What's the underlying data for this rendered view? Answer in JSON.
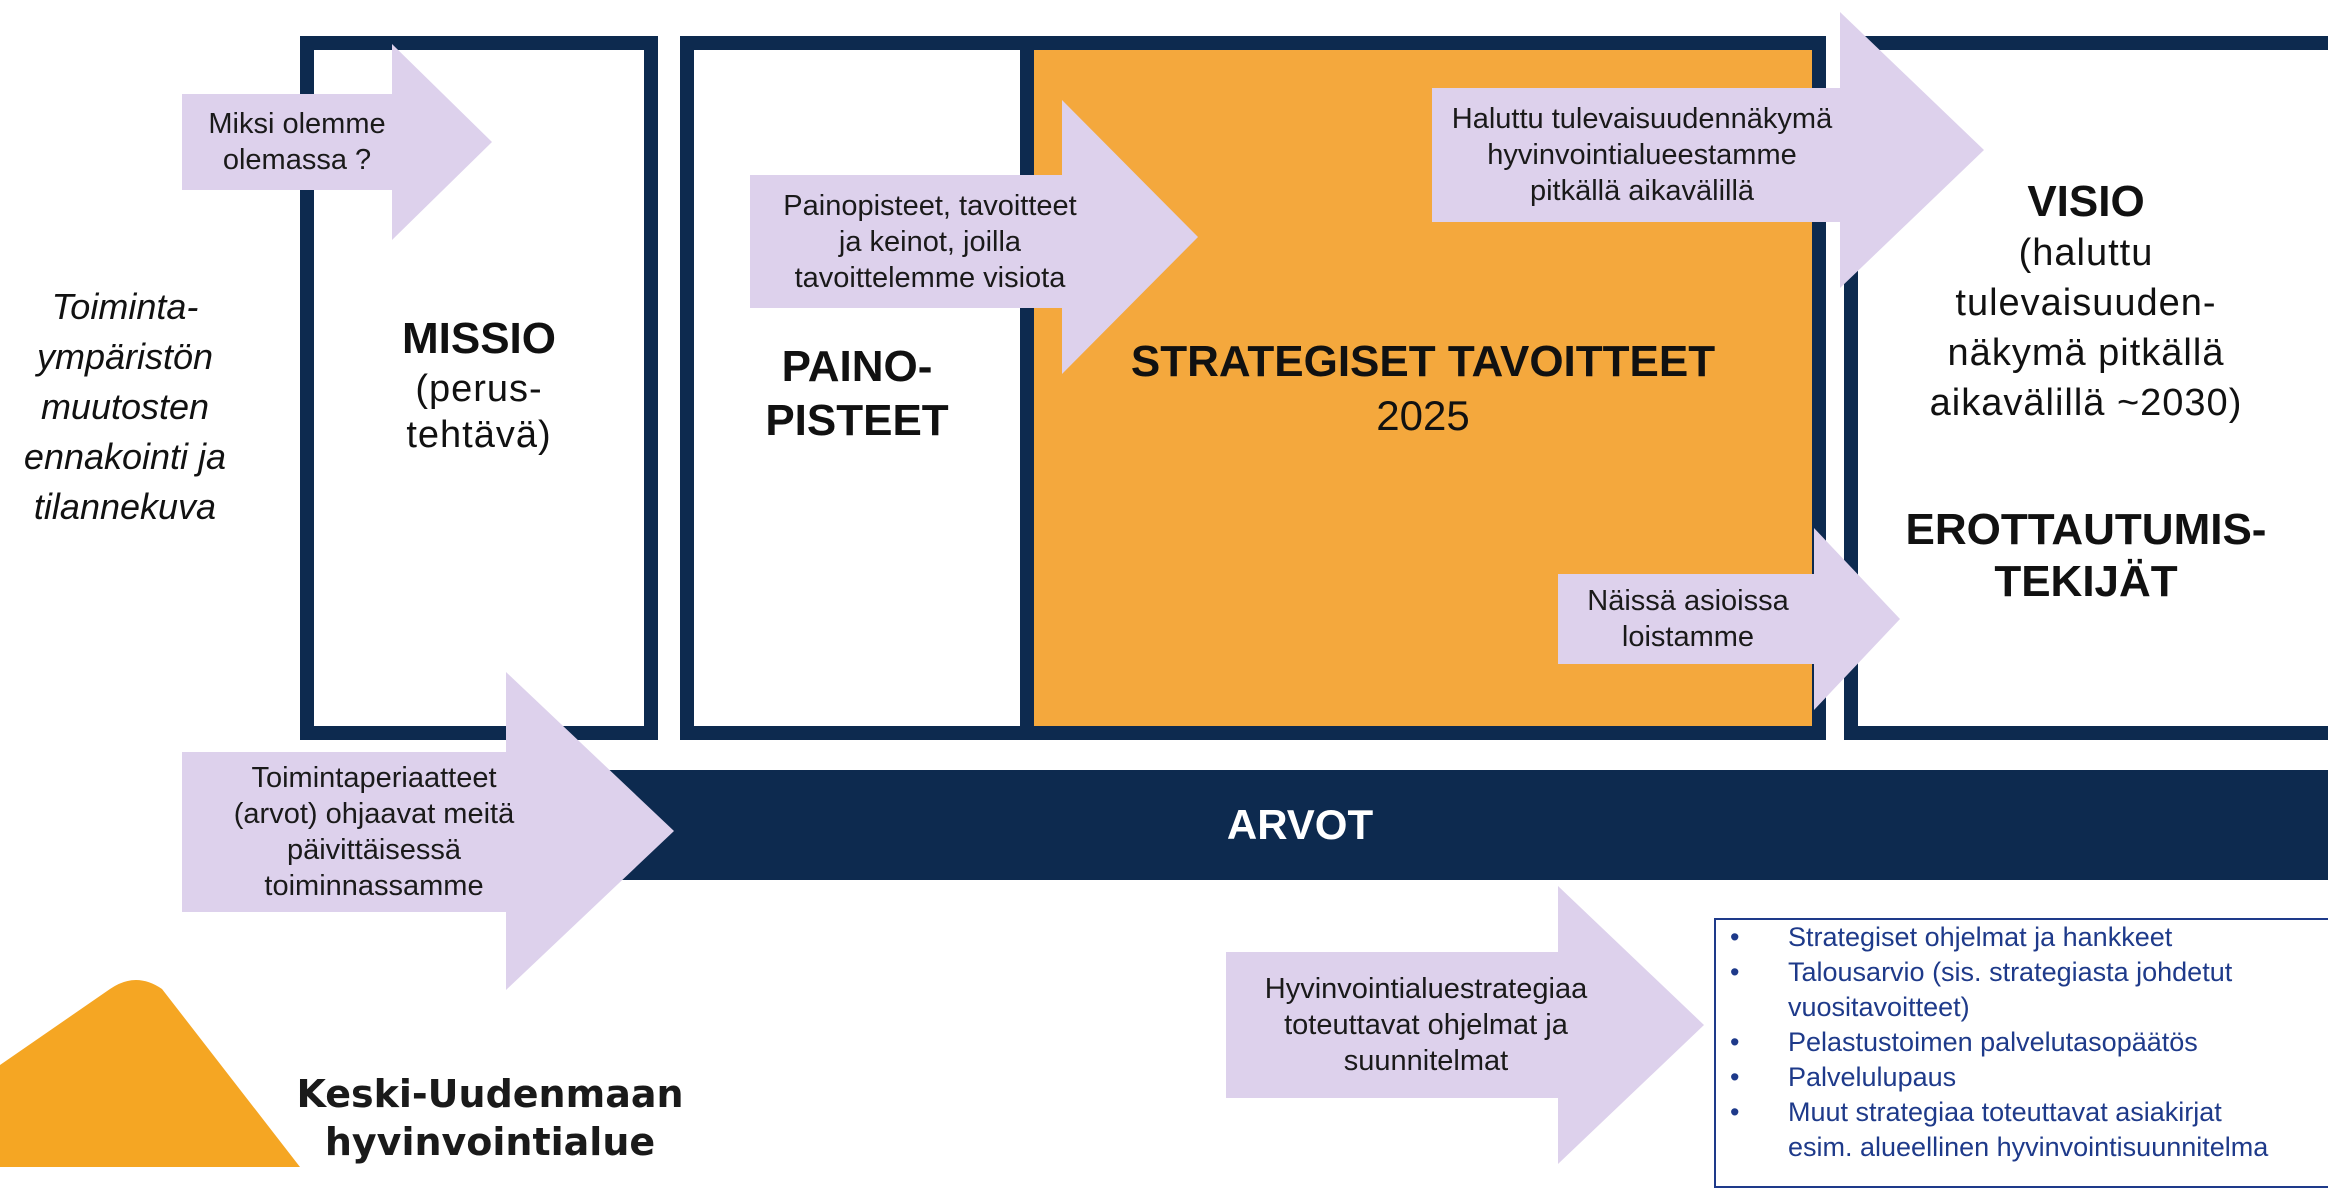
{
  "left_note": [
    "Toiminta-",
    "ympäristön",
    "muutosten",
    "ennakointi ja",
    "tilannekuva"
  ],
  "missio": {
    "title": "MISSIO",
    "subtitle": [
      "(perus-",
      "tehtävä)"
    ]
  },
  "painopisteet": {
    "title": [
      "PAINO-",
      "PISTEET"
    ]
  },
  "strategiset": {
    "title": "STRATEGISET TAVOITTEET",
    "year": "2025"
  },
  "visio": {
    "title": "VISIO",
    "subtitle": [
      "(haluttu",
      "tulevaisuuden-",
      "näkymä pitkällä",
      "aikavälillä ~2030)"
    ]
  },
  "erottautumis": {
    "title": [
      "EROTTAUTUMIS-",
      "TEKIJÄT"
    ]
  },
  "arvot": {
    "label": "ARVOT"
  },
  "arrows": {
    "miksi": [
      "Miksi olemme",
      "olemassa ?"
    ],
    "painopisteet": [
      "Painopisteet, tavoitteet",
      "ja keinot, joilla",
      "tavoittelemme visiota"
    ],
    "haluttu": [
      "Haluttu tulevaisuudennäkymä",
      "hyvinvointialueestamme",
      "pitkällä aikavälillä"
    ],
    "naissa": [
      "Näissä asioissa",
      "loistamme"
    ],
    "toimintaperiaatteet": [
      "Toimintaperiaatteet",
      "(arvot) ohjaavat meitä",
      "päivittäisessä",
      "toiminnassamme"
    ],
    "hyvinvointialuestrategiaa": [
      "Hyvinvointialuestrategiaa",
      "toteuttavat ohjelmat ja",
      "suunnitelmat"
    ]
  },
  "documents": {
    "bullet_char": "•",
    "items": [
      [
        "Strategiset ohjelmat ja hankkeet"
      ],
      [
        "Talousarvio (sis. strategiasta johdetut",
        "vuositavoitteet)"
      ],
      [
        "Pelastustoimen palvelutasopäätös"
      ],
      [
        "Palvelulupaus"
      ],
      [
        "Muut strategiaa toteuttavat asiakirjat",
        "esim. alueellinen hyvinvointisuunnitelma"
      ]
    ]
  },
  "logo": {
    "text": [
      "Keski-Uudenmaan",
      "hyvinvointialue"
    ]
  },
  "colors": {
    "navy": "#0d2a4f",
    "orange": "#f4a83d",
    "lavender": "#ddd1ec",
    "logo_orange": "#f5a623",
    "bullet_blue": "#1e3a8a"
  }
}
